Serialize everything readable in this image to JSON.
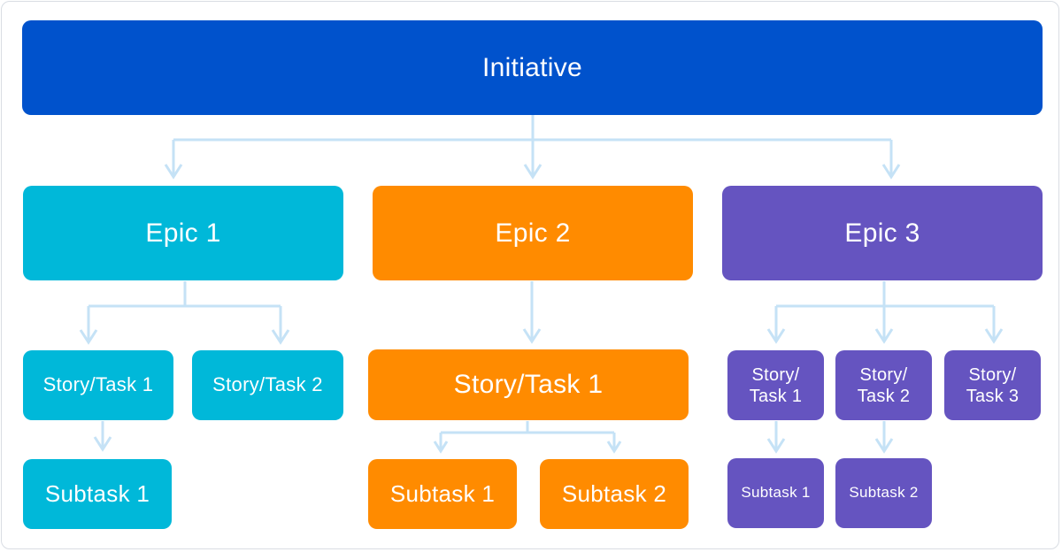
{
  "initiative": {
    "label": "Initiative",
    "color": "#0052cc"
  },
  "epics": [
    {
      "label": "Epic 1",
      "color": "#00b8d9",
      "stories": [
        {
          "label": "Story/Task 1",
          "subtasks": [
            {
              "label": "Subtask 1"
            }
          ]
        },
        {
          "label": "Story/Task 2",
          "subtasks": []
        }
      ]
    },
    {
      "label": "Epic 2",
      "color": "#ff8b00",
      "stories": [
        {
          "label": "Story/Task 1",
          "subtasks": [
            {
              "label": "Subtask 1"
            },
            {
              "label": "Subtask 2"
            }
          ]
        }
      ]
    },
    {
      "label": "Epic 3",
      "color": "#6554c0",
      "stories": [
        {
          "label": "Story/\nTask 1",
          "subtasks": [
            {
              "label": "Subtask 1"
            }
          ]
        },
        {
          "label": "Story/\nTask 2",
          "subtasks": [
            {
              "label": "Subtask 2"
            }
          ]
        },
        {
          "label": "Story/\nTask 3",
          "subtasks": []
        }
      ]
    }
  ],
  "connector_color": "#c5e2f6"
}
